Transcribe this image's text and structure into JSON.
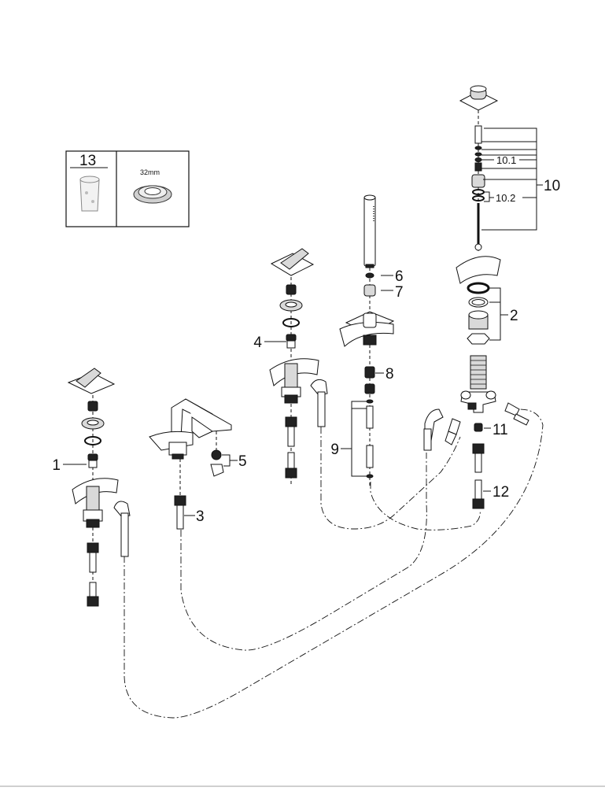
{
  "diagram": {
    "type": "exploded-parts-view",
    "subject": "4-hole bath/shower mixer assembly",
    "inset": {
      "part_number": "13",
      "tool_size_label": "32mm"
    },
    "callouts": {
      "p1": "1",
      "p2": "2",
      "p3": "3",
      "p4": "4",
      "p5": "5",
      "p6": "6",
      "p7": "7",
      "p8": "8",
      "p9": "9",
      "p10": "10",
      "p10_1": "10.1",
      "p10_2": "10.2",
      "p11": "11",
      "p12": "12"
    }
  }
}
